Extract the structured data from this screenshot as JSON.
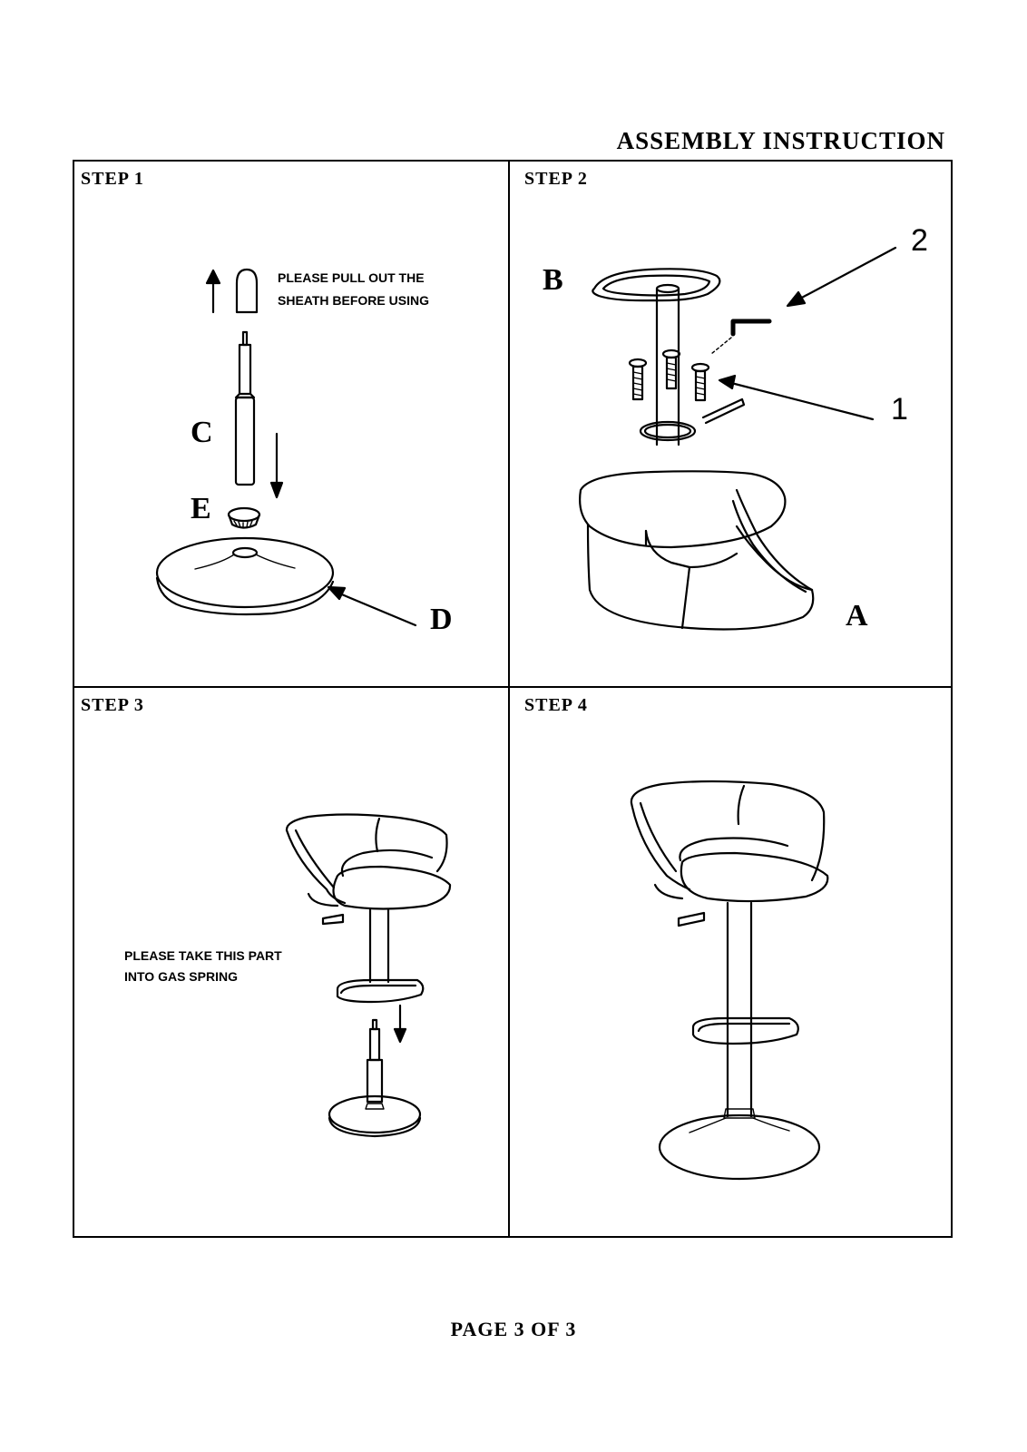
{
  "header": {
    "title": "ASSEMBLY INSTRUCTION"
  },
  "steps": [
    {
      "label": "STEP 1",
      "note_lines": [
        "PLEASE PULL OUT THE",
        "SHEATH BEFORE USING"
      ],
      "parts": [
        "C",
        "E",
        "D"
      ]
    },
    {
      "label": "STEP 2",
      "parts": [
        "B",
        "A"
      ],
      "callouts": [
        "2",
        "1"
      ]
    },
    {
      "label": "STEP 3",
      "note_lines": [
        "PLEASE TAKE THIS PART",
        "INTO GAS SPRING"
      ]
    },
    {
      "label": "STEP 4"
    }
  ],
  "footer": {
    "page": "PAGE 3 OF 3"
  }
}
